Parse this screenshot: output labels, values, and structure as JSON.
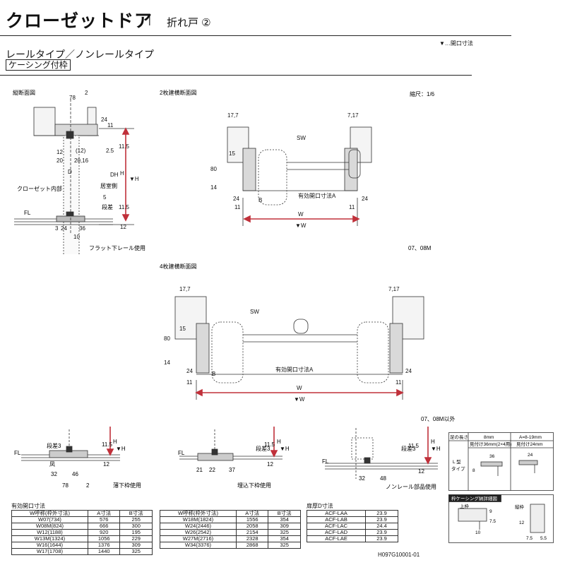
{
  "header": {
    "title": "クローゼットドア",
    "separator": "|",
    "subtitle": "折れ戸 ②",
    "legend": "▼…開口寸法",
    "rail_type": "レールタイプ／ノンレールタイプ",
    "casing": "ケーシング付枠"
  },
  "vertical_section": {
    "title": "縦断面図",
    "dims": {
      "d78": "78",
      "d2": "2",
      "d24a": "24",
      "d11a": "11",
      "d12": "12",
      "d12p": "(12)",
      "d20": "20",
      "d20_16": "20,16",
      "dD": "D",
      "d2_5": "2.5",
      "d11_5a": "11.5",
      "dDH": "DH",
      "dH": "H",
      "dH_arrow": "▼H",
      "d11_5b": "11.5",
      "d5": "5",
      "d12b": "12",
      "d3": "3",
      "d24b": "24",
      "d36": "36",
      "d10": "10"
    },
    "closet_inside": "クローゼット内部",
    "living_side": "居室側",
    "step": "段差",
    "fl": "FL",
    "caption": "フラット下レール使用"
  },
  "section_2": {
    "title": "2枚建横断面図",
    "scale": "縮尺：1/6",
    "dims": {
      "d17_7": "17,7",
      "d7_17": "7,17",
      "sw": "SW",
      "d15": "15",
      "d80": "80",
      "d14": "14",
      "d24l": "24",
      "d24r": "24",
      "d11l": "11",
      "d11r": "11",
      "b": "B",
      "w": "W",
      "w_arrow": "▼W",
      "opening": "有効開口寸法A"
    },
    "caption": "07、08M"
  },
  "section_4": {
    "title": "4枚建横断面図",
    "dims": {
      "d17_7": "17,7",
      "d7_17": "7,17",
      "sw": "SW",
      "d15": "15",
      "d80": "80",
      "d14": "14",
      "d24l": "24",
      "d24r": "24",
      "d11l": "11",
      "d11r": "11",
      "b": "B",
      "w": "W",
      "w_arrow": "▼W",
      "opening": "有効開口寸法A"
    },
    "caption": "07、08M以外"
  },
  "detail_thin": {
    "fl": "FL",
    "dims": {
      "step3": "段差3",
      "d11_5": "11.5",
      "d12": "12",
      "d32": "32",
      "d46": "46",
      "d78": "78",
      "d2": "2",
      "h": "H",
      "h_arrow": "▼H"
    },
    "label": "凤",
    "caption": "薄下枠使用"
  },
  "detail_buried": {
    "fl": "FL",
    "dims": {
      "step3": "段差3",
      "d11_5": "11.5",
      "d12": "12",
      "d21": "21",
      "d22": "22",
      "d37": "37",
      "h": "H",
      "h_arrow": "▼H"
    },
    "caption": "埋込下枠使用"
  },
  "detail_nonrail": {
    "fl": "FL",
    "dims": {
      "step3": "段差3",
      "d11_5": "11.5",
      "d12": "12",
      "d32": "32",
      "d48": "48",
      "h": "H",
      "h_arrow": "▼H"
    },
    "caption": "ノンレール部品使用"
  },
  "foot_table": {
    "h1": "足の長さ",
    "h2": "8mm",
    "h3": "A=8-19mm",
    "r1a": "L 型",
    "r1b": "タイプ",
    "c1": "見付け36mm(2×4用)",
    "c2": "見付け24mm",
    "d36": "36",
    "d24": "24",
    "d8": "8"
  },
  "casing_detail": {
    "title": "枠ケーシング納詳細図",
    "upper": "上枠",
    "vertical": "縦枠",
    "dims": {
      "d9": "9",
      "d7_5a": "7.5",
      "d10": "10",
      "d12": "12",
      "d7_5b": "7.5",
      "d5_5": "5.5"
    }
  },
  "table_opening": {
    "caption": "有効開口寸法",
    "headers": [
      "W呼称(枠外寸法)",
      "A寸法",
      "B寸法"
    ],
    "rows": [
      [
        "W07(734)",
        "576",
        "255"
      ],
      [
        "W08M(824)",
        "666",
        "300"
      ],
      [
        "W12(1188)",
        "920",
        "195"
      ],
      [
        "W13M(1324)",
        "1056",
        "229"
      ],
      [
        "W16(1644)",
        "1376",
        "309"
      ],
      [
        "W17(1708)",
        "1440",
        "325"
      ]
    ]
  },
  "table_opening2": {
    "headers": [
      "W呼称(枠外寸法)",
      "A寸法",
      "B寸法"
    ],
    "rows": [
      [
        "W18M(1824)",
        "1556",
        "354"
      ],
      [
        "W24(2446)",
        "2058",
        "309"
      ],
      [
        "W26(2542)",
        "2154",
        "325"
      ],
      [
        "W27M(2716)",
        "2328",
        "354"
      ],
      [
        "W34(3376)",
        "2868",
        "325"
      ]
    ]
  },
  "table_door": {
    "caption": "扉厚D寸法",
    "rows": [
      [
        "ACF-LAA",
        "23.9"
      ],
      [
        "ACF-LAB",
        "23.9"
      ],
      [
        "ACF-LAC",
        "24.4"
      ],
      [
        "ACF-LAD",
        "23.9"
      ],
      [
        "ACF-LAE",
        "23.9"
      ]
    ]
  },
  "code": "H097G10001-01"
}
